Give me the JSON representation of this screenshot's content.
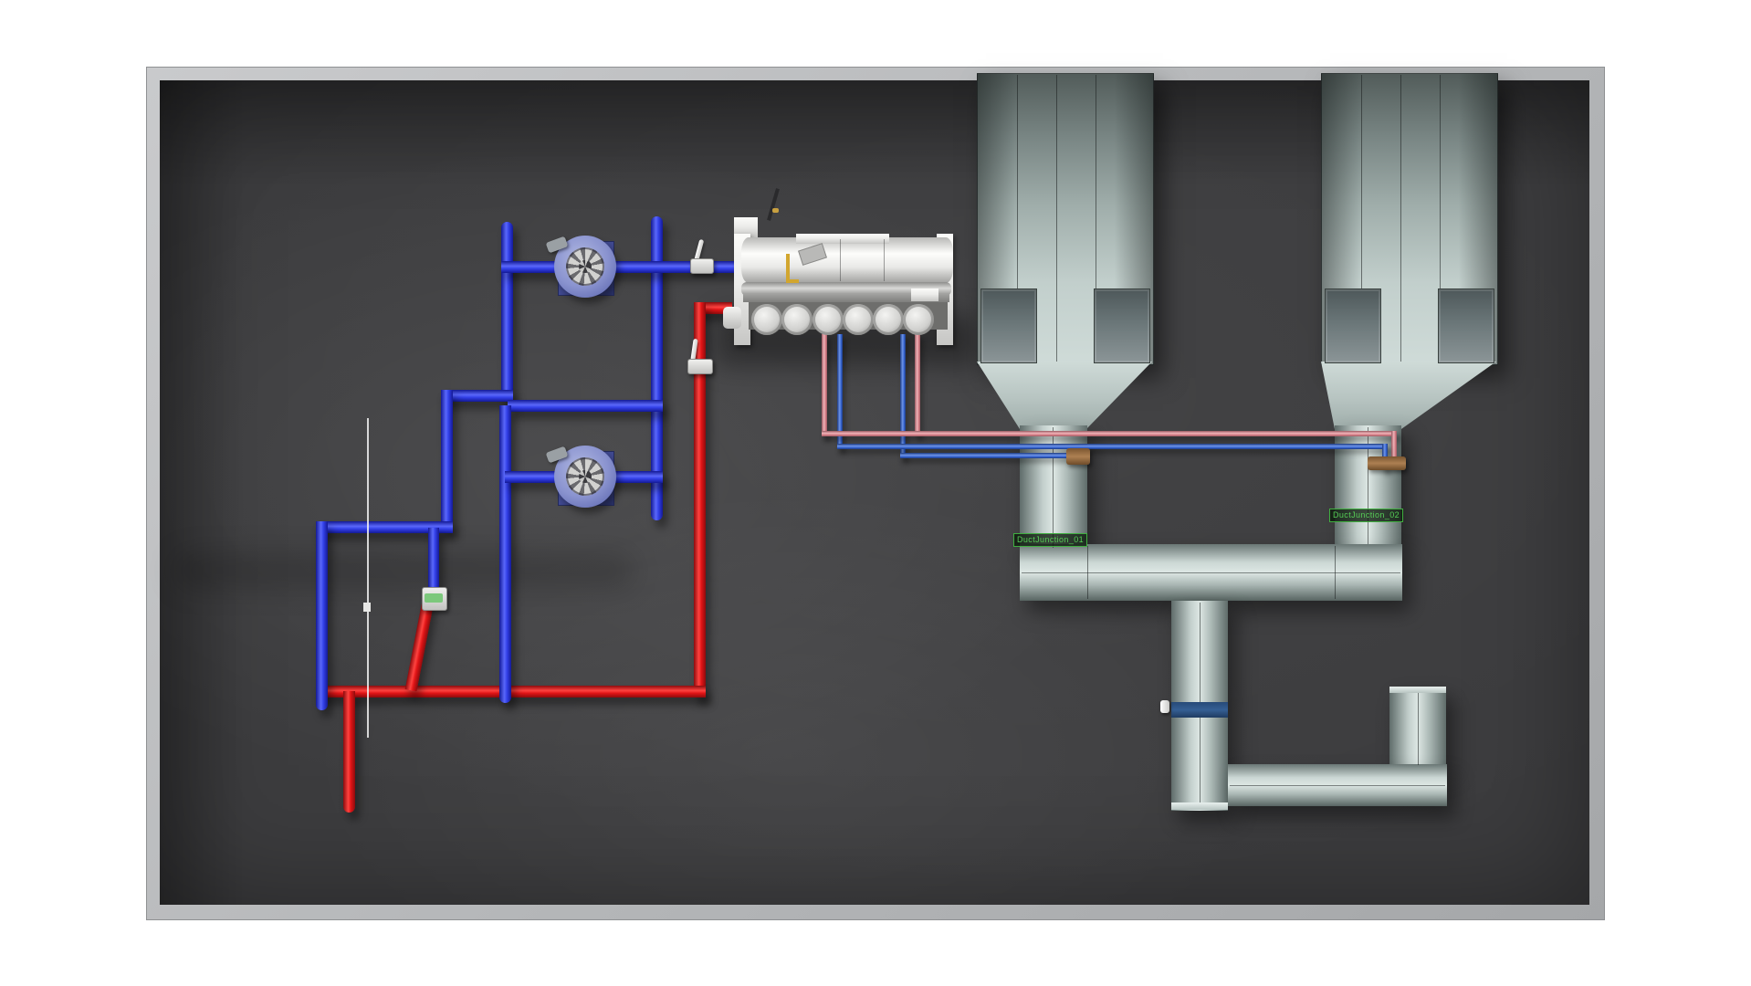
{
  "scene": {
    "description": "Top-down 3D render of an industrial chilled-water plant: two inline pumps on blue supply piping, a chiller with six compressor heads, red return piping, thin pink/blue refrigerant lines, and two galvanized hoppers with connecting ductwork and a damper.",
    "tags": {
      "duct1_label": "DuctJunction_01",
      "duct2_label": "DuctJunction_02"
    }
  },
  "colors": {
    "wall_edge": "#8f9193",
    "floor": "#3c3c3e",
    "pipe_blue_dark": "#141a96",
    "pipe_blue": "#3340e8",
    "pipe_blue_light": "#5a68fa",
    "pipe_red_dark": "#8d0b0d",
    "pipe_red": "#e01416",
    "pipe_red_light": "#ff4340",
    "thin_pink": "#d9828b",
    "thin_pink_light": "#efb3b8",
    "thin_blue": "#3a68d4",
    "thin_blue_light": "#6e94e8",
    "duct_light": "#dde7e4",
    "panel_dark": "#4e585a",
    "pump_ring": "#8a93cf",
    "pump_ring_dark": "#5a64a6",
    "pump_base": "#3f4890",
    "impeller_light": "#d2d2d0",
    "impeller_dark": "#6a6a6e",
    "chiller_white": "#ececea",
    "tag_green": "#55cc55",
    "tag_border": "#3fae3f",
    "tag_bg": "rgba(12,26,12,0.78)",
    "damper_blue": "#355f94",
    "fitting_brown": "#ad8052",
    "valve_green": "#7cc87c",
    "detail_yellow": "#d2a62e",
    "marker_white": "#f2f2f2"
  }
}
